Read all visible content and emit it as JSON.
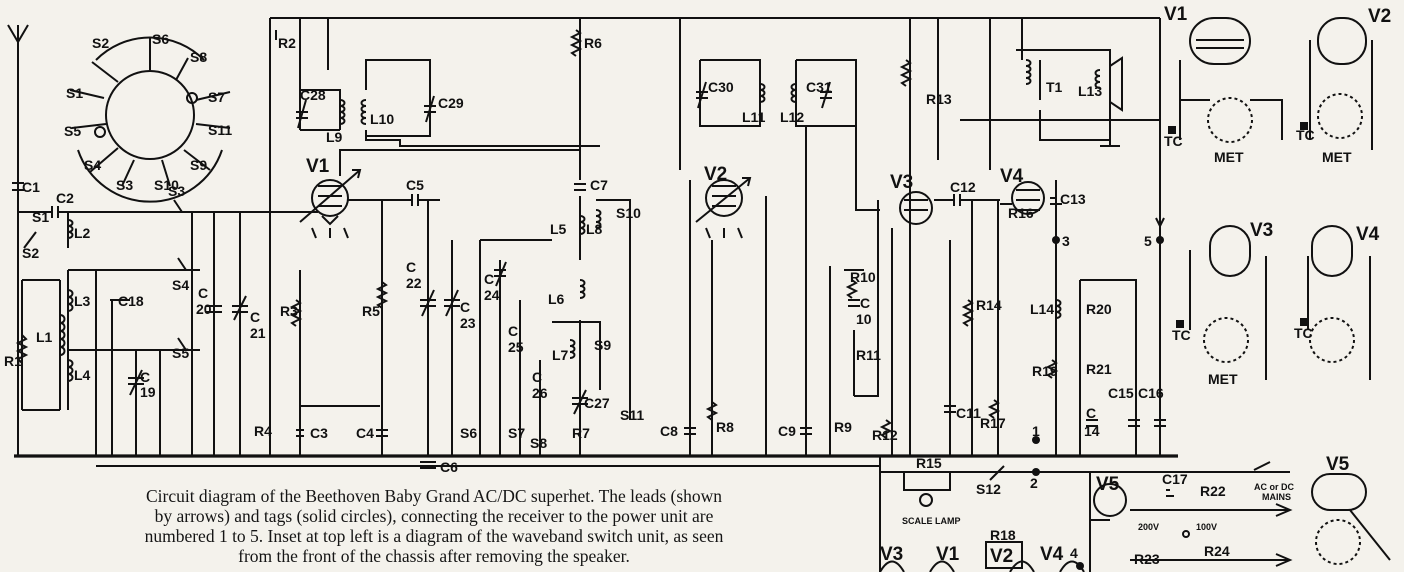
{
  "caption": {
    "line1": "Circuit diagram of the Beethoven Baby Grand AC/DC superhet.  The leads (shown",
    "line2": "by arrows) and tags (solid circles), connecting the receiver to the power unit are",
    "line3": "numbered 1 to 5.  Inset at top left is a diagram of the waveband switch unit, as seen",
    "line4": "from the front of the chassis after removing the speaker."
  },
  "valves": {
    "v1": "V1",
    "v2": "V2",
    "v3": "V3",
    "v4": "V4",
    "v5": "V5"
  },
  "switch_unit": {
    "labels": [
      "S1",
      "S2",
      "S3",
      "S4",
      "S5",
      "S6",
      "S7",
      "S8",
      "S9",
      "S10",
      "S11"
    ]
  },
  "resistors": {
    "r1": "R1",
    "r2": "R2",
    "r3": "R3",
    "r4": "R4",
    "r5": "R5",
    "r6": "R6",
    "r7": "R7",
    "r8": "R8",
    "r9": "R9",
    "r10": "R10",
    "r11": "R11",
    "r12": "R12",
    "r13": "R13",
    "r14": "R14",
    "r15": "R15",
    "r16": "R16",
    "r17": "R17",
    "r18": "R18",
    "r19": "R19",
    "r20": "R20",
    "r21": "R21",
    "r22": "R22",
    "r23": "R23",
    "r24": "R24"
  },
  "capacitors": {
    "c1": "C1",
    "c2": "C2",
    "c3": "C3",
    "c4": "C4",
    "c5": "C5",
    "c6": "C6",
    "c7": "C7",
    "c8": "C8",
    "c9": "C9",
    "c10a": "C",
    "c10b": "10",
    "c11": "C11",
    "c12": "C12",
    "c13": "C13",
    "c14a": "C",
    "c14b": "14",
    "c15": "C15",
    "c16": "C16",
    "c17": "C17",
    "c18": "C18",
    "c19a": "C",
    "c19b": "19",
    "c20a": "C",
    "c20b": "20",
    "c21a": "C",
    "c21b": "21",
    "c22a": "C",
    "c22b": "22",
    "c23a": "C",
    "c23b": "23",
    "c24a": "C",
    "c24b": "24",
    "c25a": "C",
    "c25b": "25",
    "c26a": "C",
    "c26b": "26",
    "c27": "C27",
    "c28": "C28",
    "c29": "C29",
    "c30": "C30",
    "c31": "C31"
  },
  "inductors": {
    "l1": "L1",
    "l2": "L2",
    "l3": "L3",
    "l4": "L4",
    "l5": "L5",
    "l6": "L6",
    "l7": "L7",
    "l8": "L8",
    "l9": "L9",
    "l10": "L10",
    "l11": "L11",
    "l12": "L12",
    "l13": "L13",
    "l14": "L14",
    "t1": "T1"
  },
  "switches": {
    "s1": "S1",
    "s2": "S2",
    "s3": "S3",
    "s4": "S4",
    "s5": "S5",
    "s6": "S6",
    "s7": "S7",
    "s8": "S8",
    "s9": "S9",
    "s10": "S10",
    "s11": "S11",
    "s12": "S12"
  },
  "tags": {
    "t1": "1",
    "t2": "2",
    "t3": "3",
    "t4": "4",
    "t5": "5"
  },
  "power": {
    "scale_lamp": "SCALE LAMP",
    "v200": "200V",
    "v100": "100V",
    "mains_line1": "AC or DC",
    "mains_line2": "MAINS"
  },
  "bases": {
    "tc": "TC",
    "met": "MET"
  }
}
